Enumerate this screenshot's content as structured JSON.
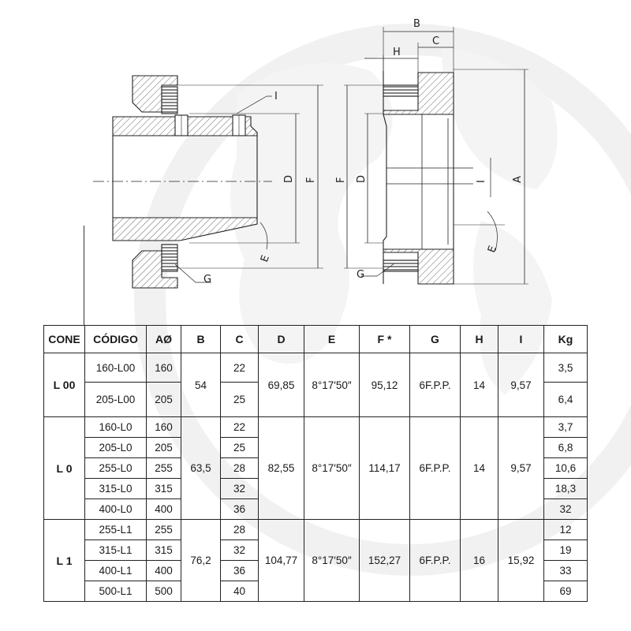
{
  "drawing": {
    "left_view": {
      "labels": {
        "D": "D",
        "F": "F",
        "I": "I",
        "E": "E",
        "G": "G"
      }
    },
    "right_view": {
      "labels": {
        "B": "B",
        "C": "C",
        "H": "H",
        "F": "F",
        "D": "D",
        "I": "I",
        "A": "A",
        "E": "E",
        "G": "G"
      }
    }
  },
  "table": {
    "headers": [
      "CONE",
      "CÓDIGO",
      "AØ",
      "B",
      "C",
      "D",
      "E",
      "F *",
      "G",
      "H",
      "I",
      "Kg"
    ],
    "groups": [
      {
        "cone": "L 00",
        "B": "54",
        "D": "69,85",
        "E": "8°17′50″",
        "F": "95,12",
        "G": "6F.P.P.",
        "H": "14",
        "I": "9,57",
        "rows": [
          {
            "codigo": "160-L00",
            "a": "160",
            "c": "22",
            "kg": "3,5"
          },
          {
            "codigo": "205-L00",
            "a": "205",
            "c": "25",
            "kg": "6,4"
          }
        ]
      },
      {
        "cone": "L 0",
        "B": "63,5",
        "D": "82,55",
        "E": "8°17′50″",
        "F": "114,17",
        "G": "6F.P.P.",
        "H": "14",
        "I": "9,57",
        "rows": [
          {
            "codigo": "160-L0",
            "a": "160",
            "c": "22",
            "kg": "3,7"
          },
          {
            "codigo": "205-L0",
            "a": "205",
            "c": "25",
            "kg": "6,8"
          },
          {
            "codigo": "255-L0",
            "a": "255",
            "c": "28",
            "kg": "10,6"
          },
          {
            "codigo": "315-L0",
            "a": "315",
            "c": "32",
            "kg": "18,3"
          },
          {
            "codigo": "400-L0",
            "a": "400",
            "c": "36",
            "kg": "32"
          }
        ]
      },
      {
        "cone": "L 1",
        "B": "76,2",
        "D": "104,77",
        "E": "8°17′50″",
        "F": "152,27",
        "G": "6F.P.P.",
        "H": "16",
        "I": "15,92",
        "rows": [
          {
            "codigo": "255-L1",
            "a": "255",
            "c": "28",
            "kg": "12"
          },
          {
            "codigo": "315-L1",
            "a": "315",
            "c": "32",
            "kg": "19"
          },
          {
            "codigo": "400-L1",
            "a": "400",
            "c": "36",
            "kg": "33"
          },
          {
            "codigo": "500-L1",
            "a": "500",
            "c": "40",
            "kg": "69"
          }
        ]
      }
    ]
  }
}
